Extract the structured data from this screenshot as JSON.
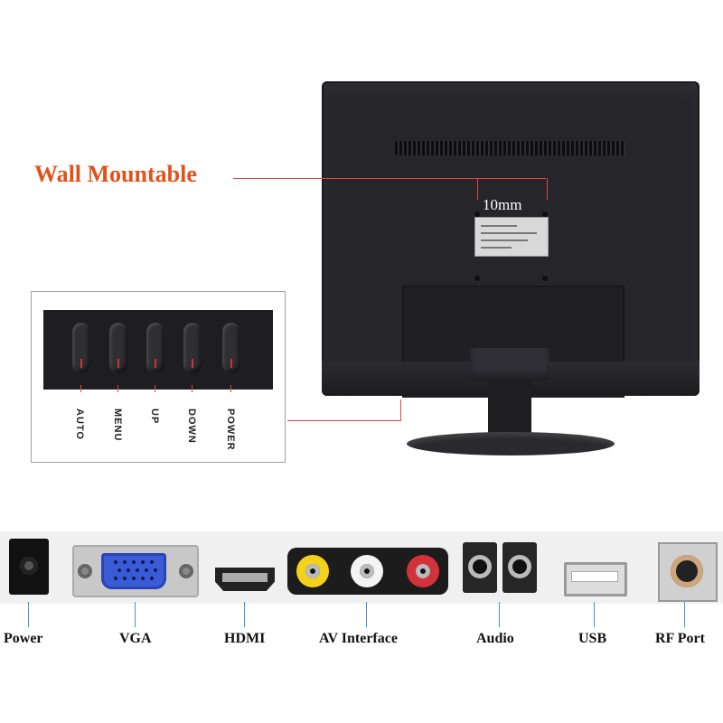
{
  "annotations": {
    "wall_mount_label": "Wall Mountable",
    "vesa_spacing_label": "10mm"
  },
  "buttons": [
    {
      "label": "AUTO"
    },
    {
      "label": "MENU"
    },
    {
      "label": "UP"
    },
    {
      "label": "DOWN"
    },
    {
      "label": "POWER"
    }
  ],
  "ports": [
    {
      "label": "Power"
    },
    {
      "label": "VGA"
    },
    {
      "label": "HDMI"
    },
    {
      "label": "AV Interface"
    },
    {
      "label": "Audio"
    },
    {
      "label": "USB"
    },
    {
      "label": "RF Port"
    }
  ],
  "colors": {
    "accent_orange": "#e0521b",
    "pointer_red": "#e04444",
    "port_line_blue": "#4a90d9",
    "vga_blue": "#3a5bd8",
    "av_yellow": "#f2d21b",
    "av_white": "#f4f4f4",
    "av_red": "#d4323a"
  }
}
